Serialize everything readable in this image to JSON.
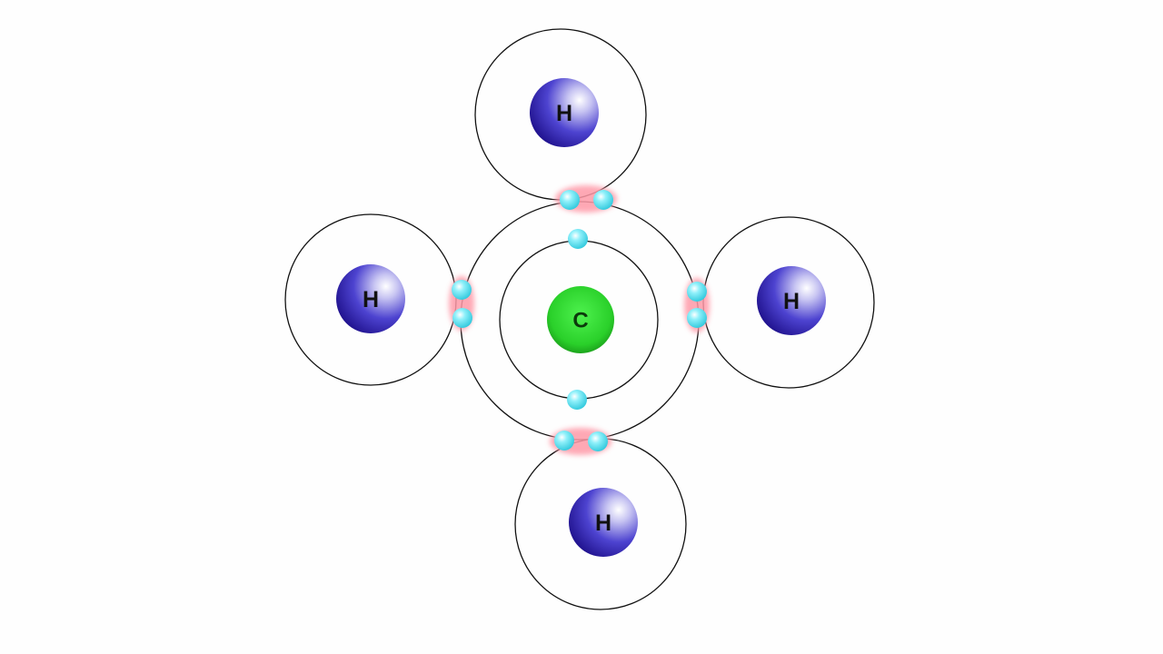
{
  "molecule": {
    "carbon": {
      "symbol": "C",
      "color": "#2ed12e"
    },
    "hydrogens": [
      {
        "id": "top",
        "symbol": "H"
      },
      {
        "id": "left",
        "symbol": "H"
      },
      {
        "id": "right",
        "symbol": "H"
      },
      {
        "id": "bottom",
        "symbol": "H"
      }
    ],
    "hydrogen_color": "#3a2fc4",
    "electron_color": "#55dfef",
    "shared_pair_glow_color": "#ff9aa8",
    "shell_color": "#111111"
  }
}
